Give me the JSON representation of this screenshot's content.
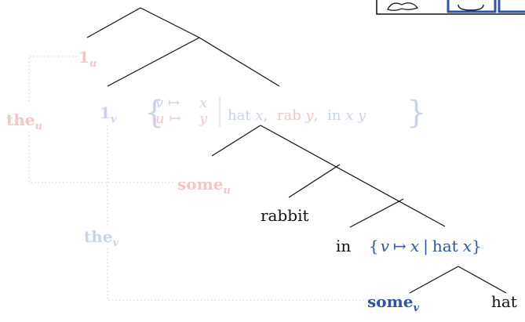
{
  "nodes": {
    "one_u": {
      "base": "1",
      "sub": "u"
    },
    "the_u": {
      "base": "the",
      "sub": "u"
    },
    "one_v": {
      "base": "1",
      "sub": "v"
    },
    "some_u": {
      "base": "some",
      "sub": "u"
    },
    "the_v": {
      "base": "the",
      "sub": "v"
    },
    "some_v": {
      "base": "some",
      "sub": "v"
    }
  },
  "assignment_two": {
    "row1": {
      "var": "v",
      "arrow": "↦",
      "val": "x"
    },
    "row2": {
      "var": "u",
      "arrow": "↦",
      "val": "y"
    },
    "bar": "|",
    "preds": [
      {
        "name": "hat",
        "args": "x",
        "sep": ","
      },
      {
        "name": "rab",
        "args": "y",
        "sep": ","
      },
      {
        "name": "in",
        "args": "x y",
        "sep": ""
      }
    ]
  },
  "assignment_one": {
    "open": "{",
    "var": "v",
    "arrow": "↦",
    "val": "x",
    "bar": "|",
    "pred": "hat",
    "arg": "x",
    "close": "}"
  },
  "leaves": {
    "rabbit": "rabbit",
    "in": "in",
    "hat": "hat"
  },
  "colors": {
    "faint_pink": "#f5c6c6",
    "faint_blue": "#c9d3ea",
    "blue": "#2f55a5",
    "black": "#111111",
    "dotted": "#d6d6d6"
  }
}
